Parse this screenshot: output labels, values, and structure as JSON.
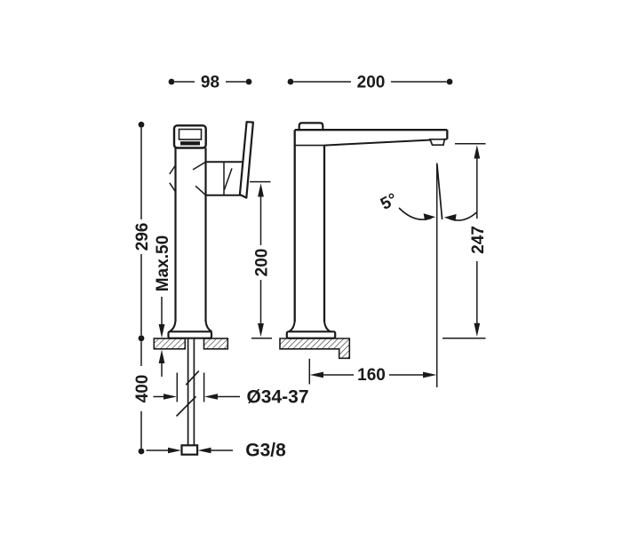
{
  "drawing": {
    "background": "#ffffff",
    "line_color": "#1a1a1a",
    "views": {
      "front": {
        "top_width": "98",
        "total_height": "296",
        "deck_thickness": "Max.50",
        "handle_height": "200",
        "under_deck_length": "400",
        "hole_diameter": "Ø34-37",
        "connection_thread": "G3/8"
      },
      "side": {
        "top_depth": "200",
        "spout_height": "247",
        "spout_reach": "160",
        "spray_angle": "5°"
      }
    }
  }
}
